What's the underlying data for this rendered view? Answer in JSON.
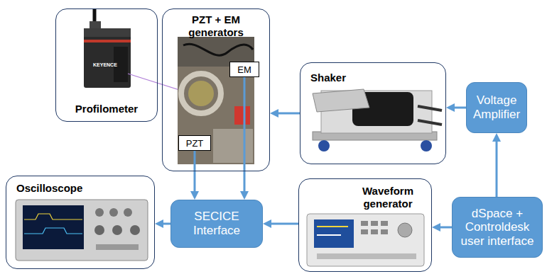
{
  "diagram": {
    "nodes": [
      {
        "text": [
          "Profilometer"
        ]
      },
      {
        "text": [
          "PZT + EM generators"
        ]
      },
      {
        "text": [
          "EM"
        ],
        "in": 1
      },
      {
        "text": [
          "PZT"
        ],
        "in": 1
      },
      {
        "text": [
          "Shaker"
        ]
      },
      {
        "text": [
          "Voltage Amplifier"
        ]
      },
      {
        "text": [
          "Oscilloscope"
        ]
      },
      {
        "text": [
          "SECICE Interface"
        ]
      },
      {
        "text": [
          "Waveform generator"
        ]
      },
      {
        "text": [
          "dSpace + Controldesk user interface"
        ]
      }
    ],
    "edges": [
      {
        "from": 4,
        "to": 1,
        "arrow": "to"
      },
      {
        "from": 5,
        "to": 4,
        "arrow": "to"
      },
      {
        "from": 9,
        "to": 5,
        "arrow": "to"
      },
      {
        "from": 9,
        "to": 8,
        "arrow": "to"
      },
      {
        "from": 8,
        "to": 7,
        "arrow": "to"
      },
      {
        "from": 7,
        "to": 6,
        "arrow": "to"
      },
      {
        "from": 3,
        "to": 7,
        "arrow": "to"
      },
      {
        "from": 2,
        "to": 7,
        "arrow": "to"
      }
    ],
    "labels": [
      "KEYENCE"
    ]
  }
}
